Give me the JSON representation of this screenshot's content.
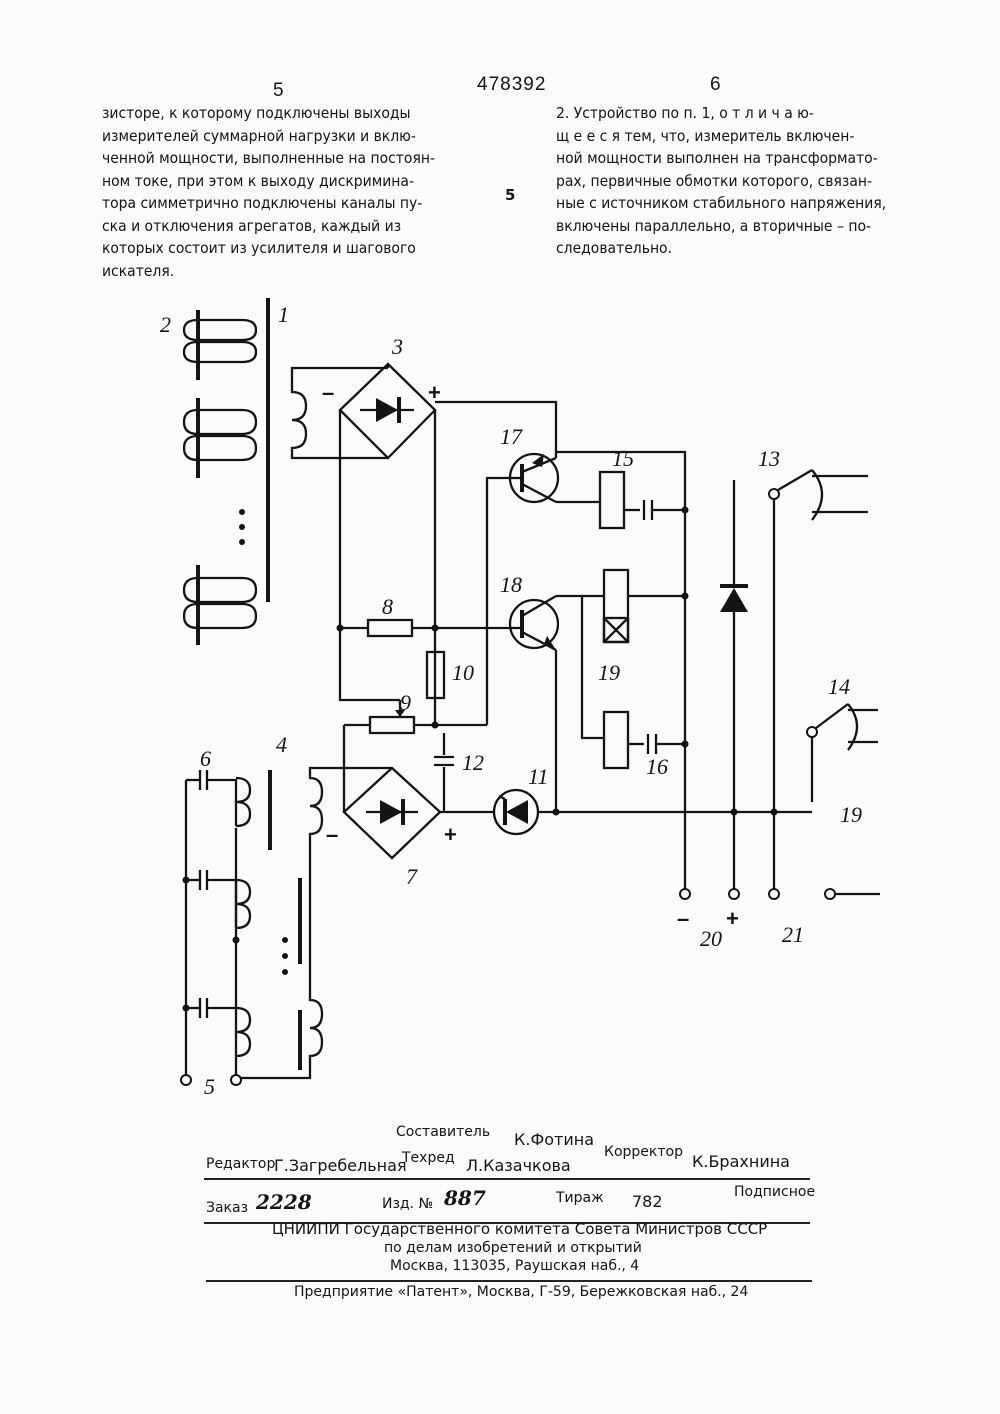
{
  "header": {
    "page_left": "5",
    "patent_number": "478392",
    "page_right": "6"
  },
  "left_column": [
    "зисторе, к которому подключены выходы",
    "измерителей суммарной нагрузки и вклю-",
    "ченной мощности, выполненные на постоян-",
    "ном токе, при этом к выходу дискримина-",
    "тора симметрично подключены каналы пу-",
    "ска и отключения агрегатов, каждый из",
    "которых состоит  из усилителя и шагового",
    "искателя."
  ],
  "right_column": [
    "2. Устройство по п. 1, о т л и ч а ю-",
    "щ е е с я тем, что, измеритель включен-",
    "ной мощности выполнен на трансформато-",
    "рах, первичные обмотки которого, связан-",
    "ные с источником стабильного напряжения,",
    "включены параллельно, а вторичные – по-",
    "следовательно."
  ],
  "line_marker": "5",
  "diagram": {
    "labels": {
      "l1": "1",
      "l2": "2",
      "l3": "3",
      "l4": "4",
      "l5": "5",
      "l6": "6",
      "l7": "7",
      "l8": "8",
      "l9": "9",
      "l10": "10",
      "l11": "11",
      "l12": "12",
      "l13": "13",
      "l14": "14",
      "l15": "15",
      "l16": "16",
      "l17": "17",
      "l18": "18",
      "l19a": "19",
      "l19b": "19",
      "l20": "20",
      "l21": "21"
    },
    "signs": {
      "b3_minus": "–",
      "b3_plus": "+",
      "b7_minus": "–",
      "b7_plus": "+",
      "t20_minus": "–",
      "t20_plus": "+"
    }
  },
  "footer": {
    "compiler_label": "Составитель",
    "compiler_name": "К.Фотина",
    "editor_label": "Редактор",
    "editor_name": "Г.Загребельная",
    "techred_label": "Техред",
    "techred_name": "Л.Казачкова",
    "corrector_label": "Корректор",
    "corrector_name": "К.Брахнина",
    "order_label": "Заказ",
    "order_value": "2228",
    "issue_label": "Изд. №",
    "issue_value": "887",
    "print_run_label": "Тираж",
    "print_run_value": "782",
    "subscription": "Подписное",
    "org_line1": "ЦНИИПИ Государственного комитета Совета Министров СССР",
    "org_line2": "по делам изобретений и открытий",
    "org_line3": "Москва, 113035, Раушская наб., 4",
    "enterprise": "Предприятие «Патент», Москва, Г-59, Бережковская наб., 24"
  }
}
